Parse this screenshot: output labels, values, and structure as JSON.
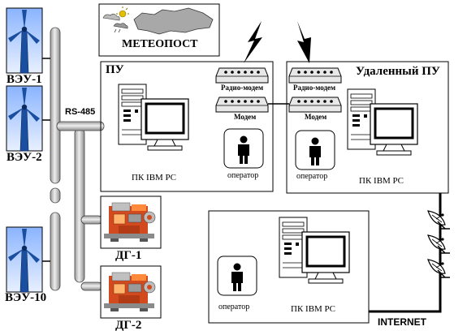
{
  "labels": {
    "wind_turbine_1": "ВЭУ-1",
    "wind_turbine_2": "ВЭУ-2",
    "wind_turbine_10": "ВЭУ-10",
    "bus": "RS-485",
    "weather_station": "МЕТЕОПОСТ",
    "control_panel": "ПУ",
    "remote_control_panel": "Удаленный ПУ",
    "radio_modem": "Радио-модем",
    "modem": "Модем",
    "operator": "оператор",
    "pc": "ПК IBM PC",
    "diesel_1": "ДГ-1",
    "diesel_2": "ДГ-2",
    "internet": "INTERNET"
  },
  "colors": {
    "bus_pipe": "#c8c8c8",
    "turbine_blue": "#1a4fa0",
    "frame": "#000000",
    "engine_red": "#d24a1e",
    "screen_blue": "#2a3a8a"
  }
}
